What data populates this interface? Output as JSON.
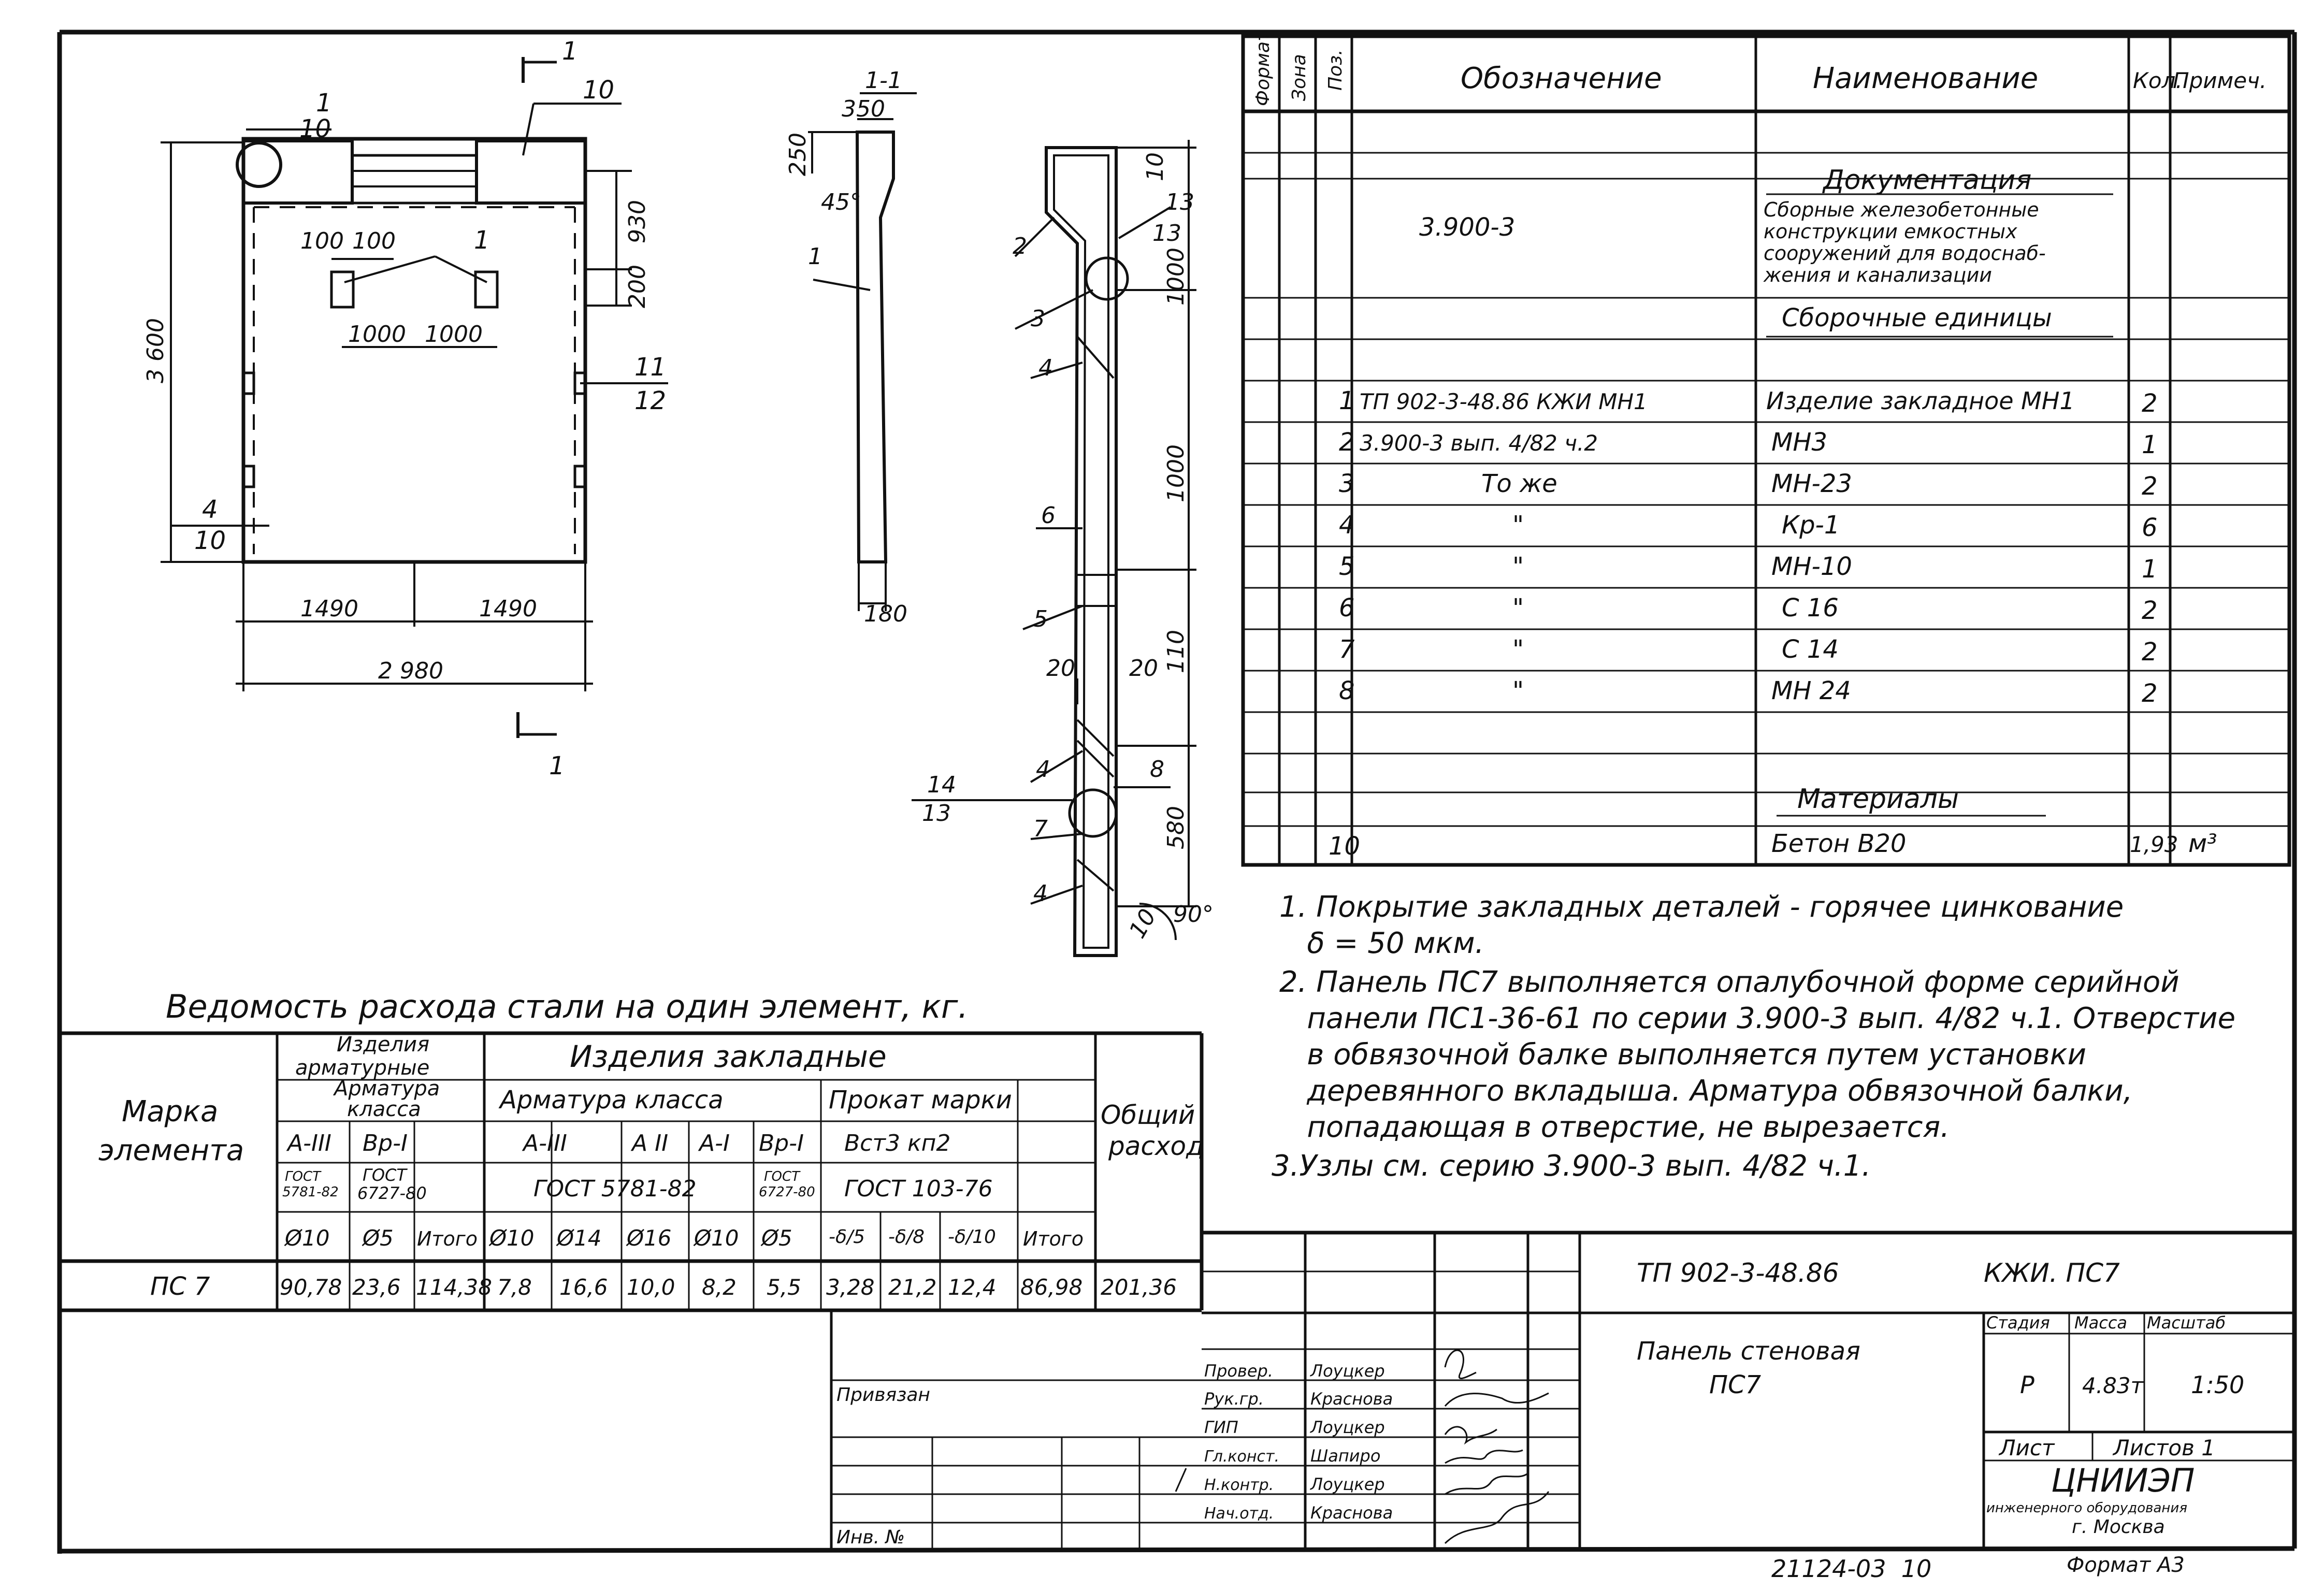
{
  "drawing": {
    "callouts": {
      "pos1_top": "1",
      "pos1_bottom": "10",
      "pos10": "10",
      "pos1_mid": "1",
      "pos11_top": "11",
      "pos11_bottom": "12",
      "pos4_top": "4",
      "pos4_bottom": "10",
      "section_mark_top": "1",
      "section_mark_bottom": "1"
    },
    "dims": {
      "d100a": "100",
      "d100b": "100",
      "d1000a": "1000",
      "d1000b": "1000",
      "d930": "930",
      "d200": "200",
      "d3600": "3 600",
      "d1490a": "1490",
      "d1490b": "1490",
      "d2980": "2 980"
    },
    "section": {
      "title": "1-1",
      "w350": "350",
      "h250": "250",
      "a45": "45°",
      "pos1": "1",
      "w180": "180"
    },
    "detail": {
      "p2": "2",
      "p3": "3",
      "p4a": "4",
      "p6": "6",
      "p5": "5",
      "p4b": "4",
      "p14": "14",
      "p13b": "13",
      "p7": "7",
      "p4c": "4",
      "p8": "8",
      "p13a_top": "13",
      "p13a_bottom": "13",
      "d10": "10",
      "d1000a": "1000",
      "d1000b": "1000",
      "d110": "110",
      "d20a": "20",
      "d20b": "20",
      "d580": "580",
      "d10b": "10",
      "a90": "90°"
    }
  },
  "spec": {
    "headers": {
      "format": "Формат",
      "zone": "Зона",
      "pos": "Поз.",
      "designation": "Обозначение",
      "name": "Наименование",
      "qty": "Кол.",
      "note": "Примеч."
    },
    "doc_section": "Документация",
    "doc_designation": "3.900-3",
    "doc_name_lines": [
      "Сборные железобетонные",
      "конструкции емкостных",
      "сооружений для водоснаб-",
      "жения и канализации"
    ],
    "units_section": "Сборочные единицы",
    "rows": [
      {
        "pos": "1",
        "designation": "ТП 902-3-48.86     КЖИ МН1",
        "name": "Изделие закладное МН1",
        "qty": "2",
        "note": ""
      },
      {
        "pos": "2",
        "designation": "3.900-3 вып. 4/82  ч.2",
        "name": "МН3",
        "qty": "1",
        "note": ""
      },
      {
        "pos": "3",
        "designation": "То же",
        "name": "МН-23",
        "qty": "2",
        "note": ""
      },
      {
        "pos": "4",
        "designation": "\"",
        "name": "Кр-1",
        "qty": "6",
        "note": ""
      },
      {
        "pos": "5",
        "designation": "\"",
        "name": "МН-10",
        "qty": "1",
        "note": ""
      },
      {
        "pos": "6",
        "designation": "\"",
        "name": "С 16",
        "qty": "2",
        "note": ""
      },
      {
        "pos": "7",
        "designation": "\"",
        "name": "С 14",
        "qty": "2",
        "note": ""
      },
      {
        "pos": "8",
        "designation": "\"",
        "name": "МН 24",
        "qty": "2",
        "note": ""
      }
    ],
    "materials_section": "Материалы",
    "material_row": {
      "pos": "10",
      "name": "Бетон В20",
      "qty": "1,93",
      "note": "м³"
    }
  },
  "notes": [
    "1. Покрытие закладных деталей - горячее цинкование",
    "   δ = 50 мкм.",
    "2. Панель ПС7 выполняется опалубочной форме серийной",
    "   панели ПС1-36-61 по серии 3.900-3 вып. 4/82 ч.1. Отверстие",
    "   в обвязочной балке выполняется путем установки",
    "   деревянного вкладыша. Арматура обвязочной балки,",
    "   попадающая в отверстие, не вырезается.",
    "3.Узлы см. серию 3.900-3 вып. 4/82 ч.1."
  ],
  "steel": {
    "title": "Ведомость расхода стали на один элемент, кг.",
    "h_mark": [
      "Марка",
      "элемента"
    ],
    "h_arm_products": [
      "Изделия",
      "арматурные"
    ],
    "h_arm_class_a": [
      "Арматура",
      "класса"
    ],
    "h_embedded": "Изделия закладные",
    "h_arm_class_b": "Арматура класса",
    "h_rolled": "Прокат марки",
    "h_total": [
      "Общий",
      "расход"
    ],
    "classes": {
      "a3": "А-III",
      "bp1": "Вр-I",
      "a3b": "А-III",
      "a2": "А II",
      "a1": "А-I",
      "bp1b": "Вр-I",
      "st": "Вст3 кп2"
    },
    "gosts": {
      "g5781": [
        "ГОСТ",
        "5781-82"
      ],
      "g6727": [
        "ГОСТ",
        "6727-80"
      ],
      "g5781b": "ГОСТ 5781-82",
      "g6727b": [
        "ГОСТ",
        "6727-80"
      ],
      "g103": "ГОСТ 103-76"
    },
    "diam": [
      "Ø10",
      "Ø5",
      "Итого",
      "Ø10",
      "Ø14",
      "Ø16",
      "Ø10",
      "Ø5",
      "-δ/5",
      "-δ/8",
      "-δ/10",
      "Итого"
    ],
    "row": {
      "mark": "ПС 7",
      "values": [
        "90,78",
        "23,6",
        "114,38",
        "7,8",
        "16,6",
        "10,0",
        "8,2",
        "5,5",
        "3,28",
        "21,2",
        "12,4",
        "86,98",
        "201,36"
      ]
    }
  },
  "stamp": {
    "privyazan": "Привязан",
    "inv": "Инв. №",
    "project_code": "ТП 902-3-48.86",
    "doc_code": "КЖИ. ПС7",
    "title_lines": [
      "Панель стеновая",
      "ПС7"
    ],
    "stage_h": "Стадия",
    "mass_h": "Масса",
    "scale_h": "Масштаб",
    "stage": "Р",
    "mass": "4.83т",
    "scale": "1:50",
    "sheet_label": "Лист",
    "sheets_label": "Листов 1",
    "org_lines": [
      "ЦНИИЭП",
      "инженерного оборудования",
      "г. Москва"
    ],
    "signers": [
      {
        "role": "Провер.",
        "name": "Лоуцкер"
      },
      {
        "role": "Рук.гр.",
        "name": "Краснова"
      },
      {
        "role": "ГИП",
        "name": "Лоуцкер"
      },
      {
        "role": "Гл.конст.",
        "name": "Шапиро"
      },
      {
        "role": "Н.контр.",
        "name": "Лоуцкер"
      },
      {
        "role": "Нач.отд.",
        "name": "Краснова"
      }
    ],
    "footer_code": "21124-03  10",
    "format": "Формат А3"
  }
}
